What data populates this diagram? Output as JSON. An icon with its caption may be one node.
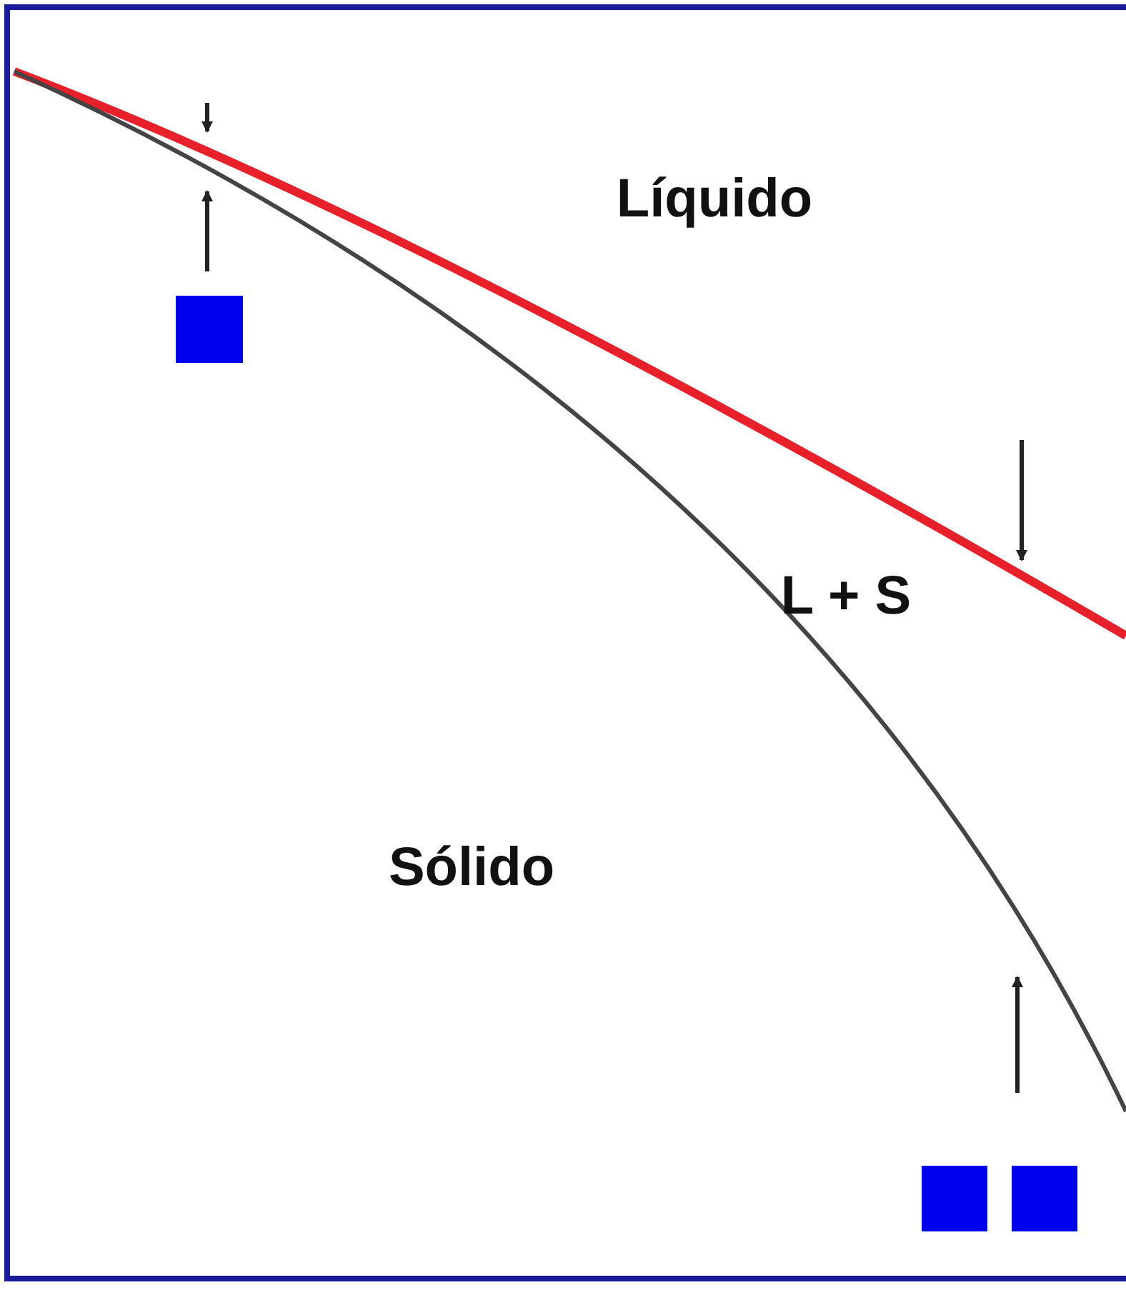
{
  "diagram": {
    "labels": [
      "Líquido",
      "L + S",
      "Sólido"
    ]
  }
}
